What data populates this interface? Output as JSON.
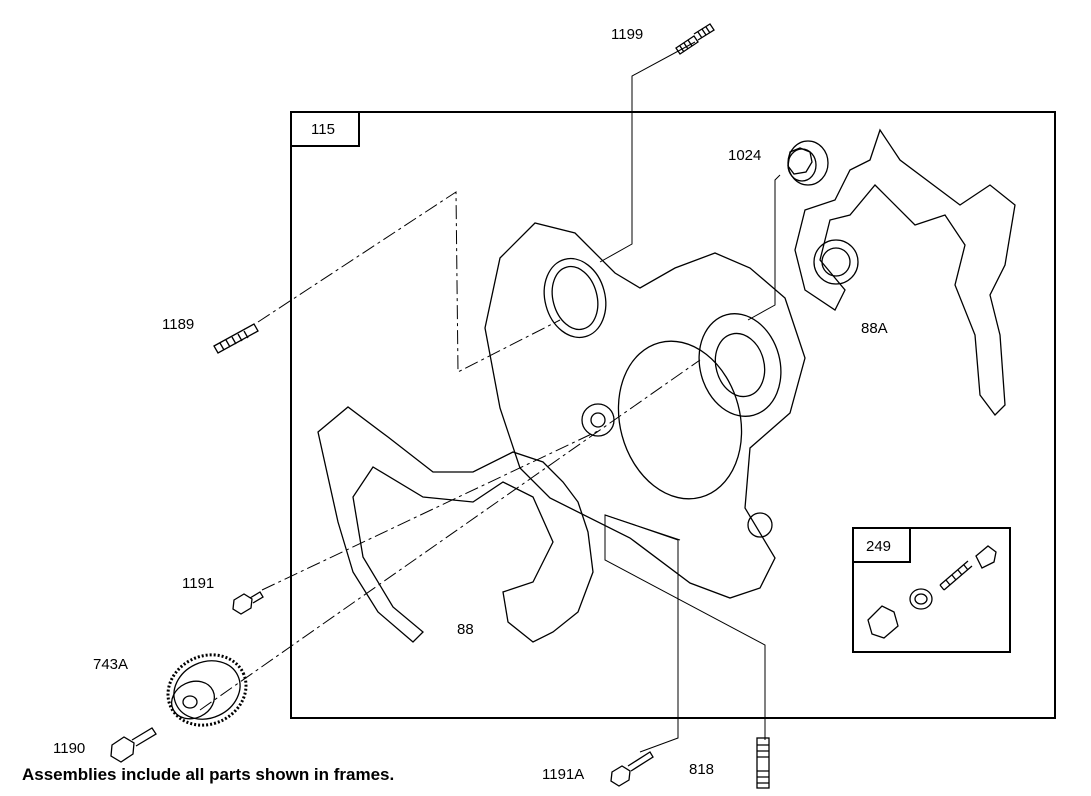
{
  "frames": {
    "main": "115",
    "sub": "249"
  },
  "parts": {
    "p1199": "1199",
    "p1024": "1024",
    "p88A": "88A",
    "p1189": "1189",
    "p1191": "1191",
    "p88": "88",
    "p743A": "743A",
    "p1190": "1190",
    "p1191A": "1191A",
    "p818": "818"
  },
  "footer_note": "Assemblies include all parts shown in frames.",
  "colors": {
    "line": "#000000",
    "background": "#ffffff"
  }
}
